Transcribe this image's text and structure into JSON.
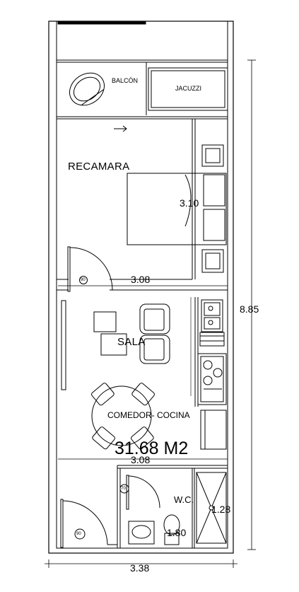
{
  "rooms": {
    "balcon": "BALCÓN",
    "jacuzzi": "JACUZZI",
    "recamara": "RECAMARA",
    "sala": "SALA",
    "comedor_cocina": "COMEDOR- COCINA",
    "wc": "W.C."
  },
  "dimensions": {
    "bed_width": "3.10",
    "bedroom_width": "3.08",
    "total_height": "8.85",
    "living_width": "3.08",
    "wc_depth": "1.28",
    "wc_width": "1.80",
    "total_width": "3.38"
  },
  "area": "31.68 M2",
  "doors": {
    "bedroom": "90",
    "bathroom": "70",
    "entrance": "90"
  }
}
